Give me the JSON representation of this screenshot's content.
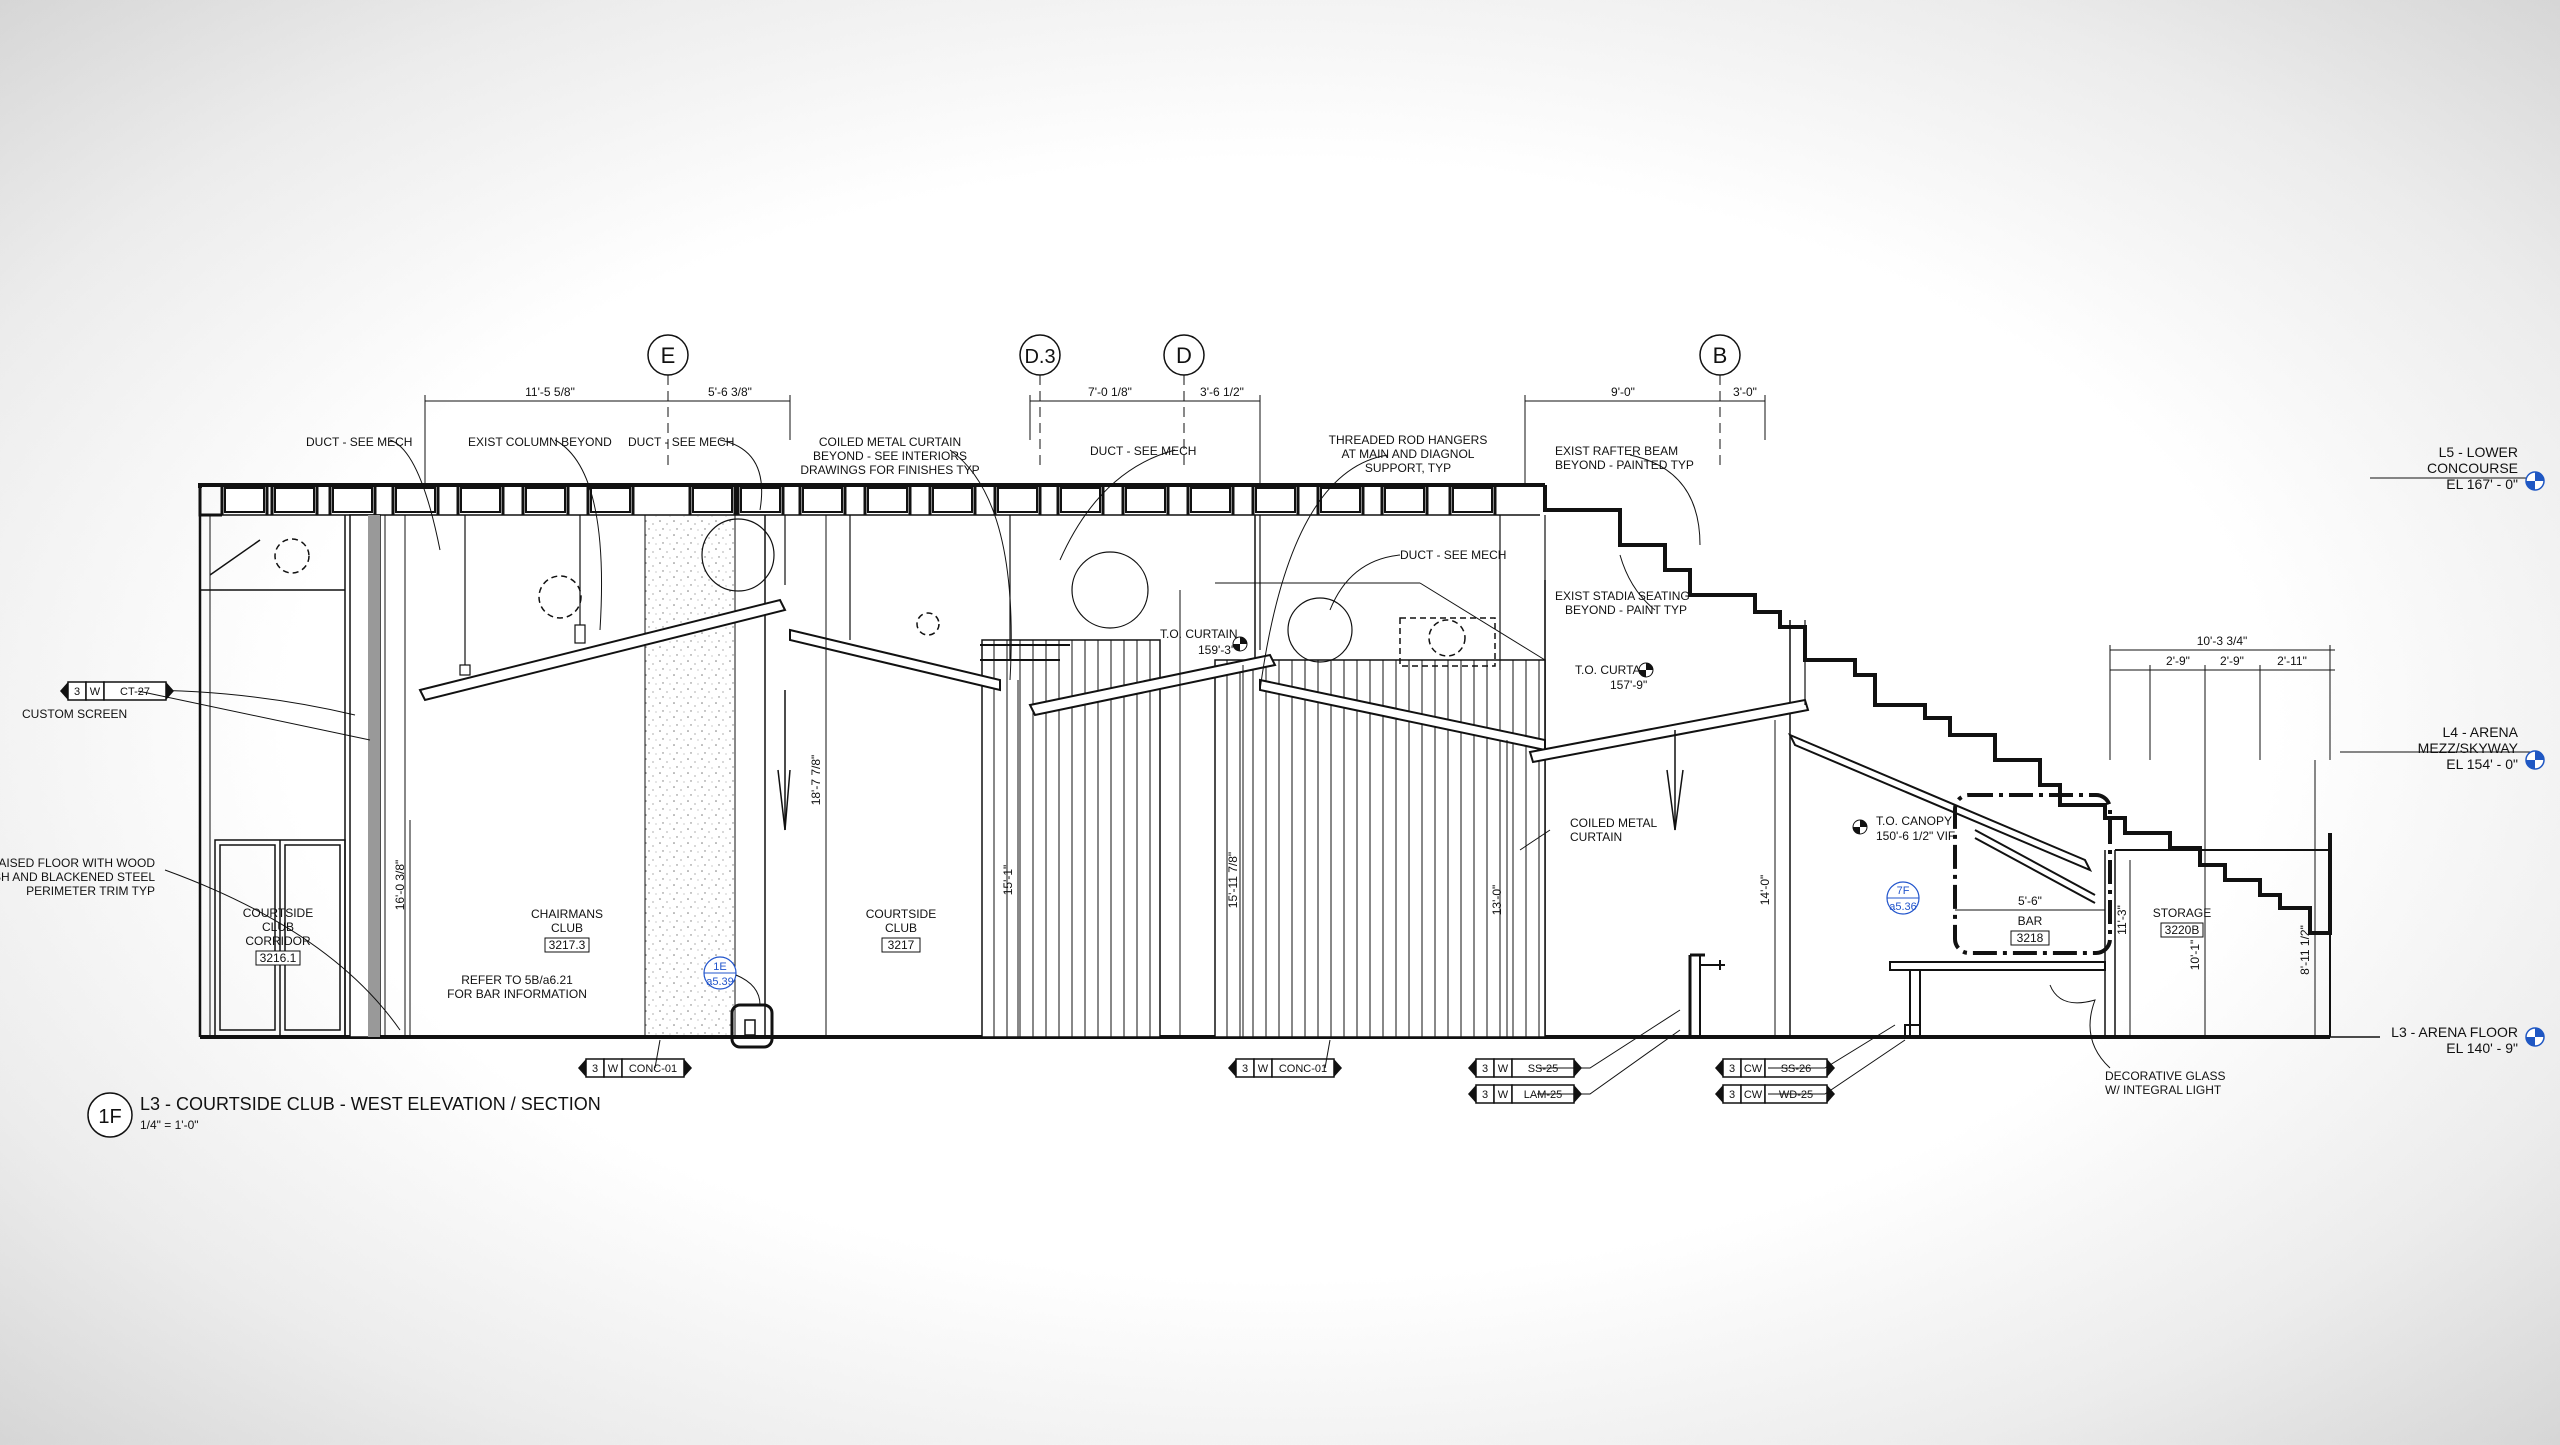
{
  "grid_bubbles": [
    "E",
    "D.3",
    "D",
    "B"
  ],
  "dimensions": {
    "e_left": "11'-5 5/8\"",
    "e_right": "5'-6 3/8\"",
    "d_left": "7'-0 1/8\"",
    "d_right": "3'-6 1/2\"",
    "b_left": "9'-0\"",
    "b_right": "3'-0\"",
    "storage_total": "10'-3 3/4\"",
    "storage_a": "2'-9\"",
    "storage_b": "2'-9\"",
    "storage_c": "2'-11\"",
    "v_corridor": "16'-0 3/8\"",
    "v_chairmans": "18'-7 7/8\"",
    "v_courtside": "15'-1\"",
    "v_curtain_left": "15'-11 7/8\"",
    "v_curtain_right": "13'-0\"",
    "v_canopy": "14'-0\"",
    "v_bar_w": "5'-6\"",
    "v_bar_h": "11'-3\"",
    "v_storage_a": "10'-1\"",
    "v_storage_b": "8'-11 1/2\""
  },
  "notes": {
    "duct1": "DUCT - SEE MECH",
    "exist_column": "EXIST COLUMN BEYOND",
    "duct2": "DUCT - SEE MECH",
    "coiled_curtain": [
      "COILED METAL CURTAIN",
      "BEYOND - SEE INTERIORS",
      "DRAWINGS FOR FINISHES TYP"
    ],
    "duct3": "DUCT - SEE MECH",
    "threaded_rod": [
      "THREADED ROD HANGERS",
      "AT MAIN AND DIAGNOL",
      "SUPPORT, TYP"
    ],
    "exist_rafter": [
      "EXIST RAFTER BEAM",
      "BEYOND - PAINTED TYP"
    ],
    "duct4": "DUCT - SEE MECH",
    "exist_stadia": [
      "EXIST STADIA SEATING",
      "BEYOND - PAINT TYP"
    ],
    "custom_screen": "CUSTOM SCREEN",
    "raised_floor": [
      "RAISED FLOOR WITH WOOD",
      "FINISH AND BLACKENED STEEL",
      "PERIMETER TRIM TYP"
    ],
    "refer": [
      "REFER TO 5B/a6.21",
      "FOR BAR INFORMATION"
    ],
    "coiled_curtain2": [
      "COILED METAL",
      "CURTAIN"
    ],
    "decorative_glass": [
      "DECORATIVE GLASS",
      "W/ INTEGRAL LIGHT"
    ]
  },
  "elevations": {
    "to_curtain1": {
      "label": "T.O. CURTAIN",
      "value": "159'-3\""
    },
    "to_curtain2": {
      "label": "T.O. CURTAIN",
      "value": "157'-9\""
    },
    "to_canopy": {
      "label": "T.O. CANOPY",
      "value": "150'-6 1/2\"  VIF"
    }
  },
  "levels": [
    {
      "line1": "L5 - LOWER",
      "line2": "CONCOURSE",
      "line3": "EL 167' - 0\""
    },
    {
      "line1": "L4 - ARENA",
      "line2": "MEZZ/SKYWAY",
      "line3": "EL 154' - 0\""
    },
    {
      "line1": "L3 - ARENA FLOOR",
      "line2": "",
      "line3": "EL 140' - 9\""
    }
  ],
  "rooms": [
    {
      "line1": "COURTSIDE",
      "line2": "CLUB",
      "line3": "CORRIDOR",
      "number": "3216.1"
    },
    {
      "line1": "CHAIRMANS",
      "line2": "CLUB",
      "line3": "",
      "number": "3217.3"
    },
    {
      "line1": "COURTSIDE",
      "line2": "CLUB",
      "line3": "",
      "number": "3217"
    },
    {
      "line1": "BAR",
      "line2": "",
      "line3": "",
      "number": "3218"
    },
    {
      "line1": "STORAGE",
      "line2": "",
      "line3": "",
      "number": "3220B"
    }
  ],
  "detail_callouts": [
    {
      "top": "1E",
      "bottom": "a5.39"
    },
    {
      "top": "7F",
      "bottom": "a5.36"
    }
  ],
  "tags": {
    "ct27": {
      "num": "3",
      "letter": "W",
      "code": "CT-27"
    },
    "conc01a": {
      "num": "3",
      "letter": "W",
      "code": "CONC-01"
    },
    "conc01b": {
      "num": "3",
      "letter": "W",
      "code": "CONC-01"
    },
    "ss25": {
      "num": "3",
      "letter": "W",
      "code": "SS-25"
    },
    "lam25": {
      "num": "3",
      "letter": "W",
      "code": "LAM-25"
    },
    "ss26": {
      "num": "3",
      "letter": "CW",
      "code": "SS-26"
    },
    "wd25": {
      "num": "3",
      "letter": "CW",
      "code": "WD-25"
    }
  },
  "title_block": {
    "id": "1F",
    "title": "L3 - COURTSIDE CLUB - WEST ELEVATION / SECTION",
    "scale": "1/4\" = 1'-0\""
  },
  "colors": {
    "line": "#111111",
    "callout_blue": "#2255cc",
    "level_blue": "#1f57c3"
  }
}
